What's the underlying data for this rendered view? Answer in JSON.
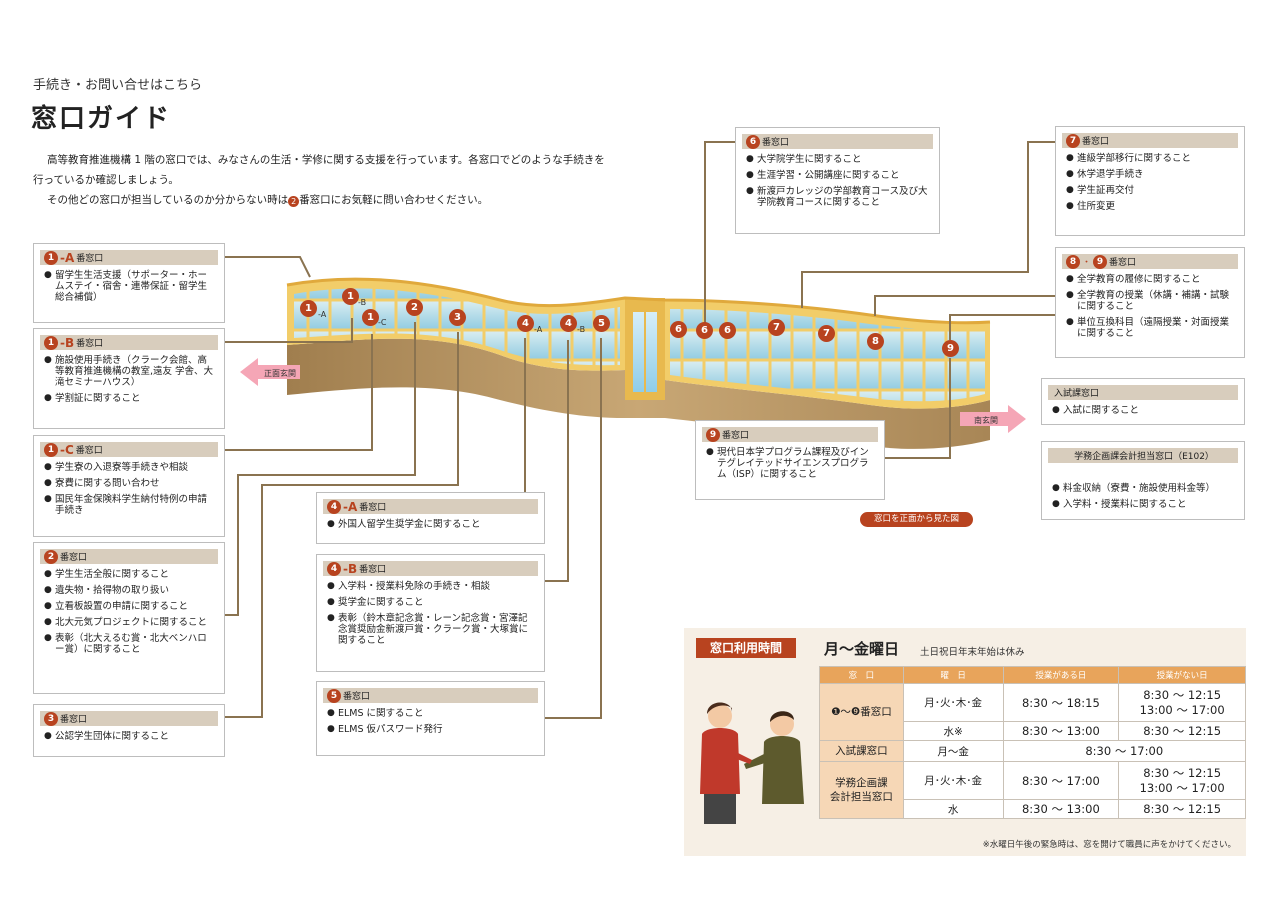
{
  "header": {
    "subtitle": "手続き・お問い合せはこちら",
    "title": "窓口ガイド"
  },
  "intro": {
    "line1": "高等教育推進機構 1 階の窓口では、みなさんの生活・学修に関する支援を行っています。各窓口でどのような手続きを行っているか確認しましょう。",
    "line2_pre": "その他どの窓口が担当しているのか分からない時は",
    "line2_num": "2",
    "line2_post": "番窓口にお気軽に問い合わせください。"
  },
  "windows": {
    "w1a": {
      "num": "1",
      "suffix": "-A",
      "label": "番窓口",
      "items": [
        "留学生生活支援（サポーター・ホームステイ・宿舎・連帯保証・留学生総合補償）"
      ]
    },
    "w1b": {
      "num": "1",
      "suffix": "-B",
      "label": "番窓口",
      "items": [
        "施設使用手続き（クラーク会館、高等教育推進機構の教室,遠友 学舎、大滝セミナーハウス）",
        "学割証に関すること"
      ]
    },
    "w1c": {
      "num": "1",
      "suffix": "-C",
      "label": "番窓口",
      "items": [
        "学生寮の入退寮等手続きや相談",
        "寮費に関する問い合わせ",
        "国民年金保険料学生納付特例の申請手続き"
      ]
    },
    "w2": {
      "num": "2",
      "label": "番窓口",
      "items": [
        "学生生活全般に関すること",
        "遺失物・拾得物の取り扱い",
        "立看板設置の申請に関すること",
        "北大元気プロジェクトに関すること",
        "表彰（北大えるむ賞・北大ベンハロー賞）に関すること"
      ]
    },
    "w3": {
      "num": "3",
      "label": "番窓口",
      "items": [
        "公認学生団体に関すること"
      ]
    },
    "w4a": {
      "num": "4",
      "suffix": "-A",
      "label": "番窓口",
      "items": [
        "外国人留学生奨学金に関すること"
      ]
    },
    "w4b": {
      "num": "4",
      "suffix": "-B",
      "label": "番窓口",
      "items": [
        "入学料・授業料免除の手続き・相談",
        "奨学金に関すること",
        "表彰（鈴木章記念賞・レーン記念賞・宮澤記念賞奨励金新渡戸賞・クラーク賞・大塚賞に関すること"
      ]
    },
    "w5": {
      "num": "5",
      "label": "番窓口",
      "items": [
        "ELMS に関すること",
        "ELMS 仮パスワード発行"
      ]
    },
    "w6": {
      "num": "6",
      "label": "番窓口",
      "items": [
        "大学院学生に関すること",
        "生涯学習・公開講座に関すること",
        "新渡戸カレッジの学部教育コース及び大学院教育コースに関すること"
      ]
    },
    "w7": {
      "num": "7",
      "label": "番窓口",
      "items": [
        "進級学部移行に関すること",
        "休学退学手続き",
        "学生証再交付",
        "住所変更"
      ]
    },
    "w89": {
      "num1": "8",
      "sep": "・",
      "num2": "9",
      "label": "番窓口",
      "items": [
        "全学教育の履修に関すること",
        "全学教育の授業（休講・補講・試験に関すること",
        "単位互換科目（遠隔授業・対面授業に関すること"
      ]
    },
    "w9": {
      "num": "9",
      "label": "番窓口",
      "items": [
        "現代日本学プログラム課程及びインテグレイテッドサイエンスプログラム（ISP）に関すること"
      ]
    },
    "admission": {
      "label": "入試課窓口",
      "items": [
        "入試に関すること"
      ]
    },
    "planning": {
      "label": "学務企画課会計担当窓口（E102）",
      "items": [
        "料金収納（寮費・施設使用料金等）",
        "入学料・授業料に関すること"
      ]
    }
  },
  "building": {
    "main_entrance": "正面玄関",
    "south_entrance": "南玄関",
    "view_note": "窓口を正面から見た図",
    "labels": {
      "n1a": "1",
      "s1a": "-A",
      "n1b": "1",
      "s1b": "-B",
      "n1c": "1",
      "s1c": "-C",
      "n2": "2",
      "n3": "3",
      "n4a": "4",
      "s4a": "-A",
      "n4b": "4",
      "s4b": "-B",
      "n5": "5",
      "n6": "6",
      "n7": "7",
      "n8": "8",
      "n9": "9"
    }
  },
  "hours": {
    "title": "窓口利用時間",
    "days": "月～金曜日",
    "closed": "土日祝日年末年始は休み",
    "headers": [
      "窓　口",
      "曜　日",
      "授業がある日",
      "授業がない日"
    ],
    "rows": {
      "r1_window": "❶～❾番窓口",
      "r1_day1": "月･火･木･金",
      "r1_class1": "8:30 ～ 18:15",
      "r1_noclass1_a": "8:30 ～ 12:15",
      "r1_noclass1_b": "13:00 ～ 17:00",
      "r1_day2": "水※",
      "r1_class2": "8:30 ～ 13:00",
      "r1_noclass2": "8:30 ～ 12:15",
      "r2_window": "入試課窓口",
      "r2_day": "月～金",
      "r2_time": "8:30 ～ 17:00",
      "r3_window_a": "学務企画課",
      "r3_window_b": "会計担当窓口",
      "r3_day1": "月･火･木･金",
      "r3_class1": "8:30 ～ 17:00",
      "r3_noclass1_a": "8:30 ～ 12:15",
      "r3_noclass1_b": "13:00 ～ 17:00",
      "r3_day2": "水",
      "r3_class2": "8:30 ～ 13:00",
      "r3_noclass2": "8:30 ～ 12:15"
    },
    "note": "※水曜日午後の緊急時は、窓を開けて職員に声をかけてください。"
  },
  "colors": {
    "accent": "#b8431f",
    "connector": "#8a7350",
    "table_header": "#e8a45b",
    "window_cell": "#f6d7b6",
    "box_header": "#d8cdbd",
    "hours_bg": "#f6efe5"
  }
}
